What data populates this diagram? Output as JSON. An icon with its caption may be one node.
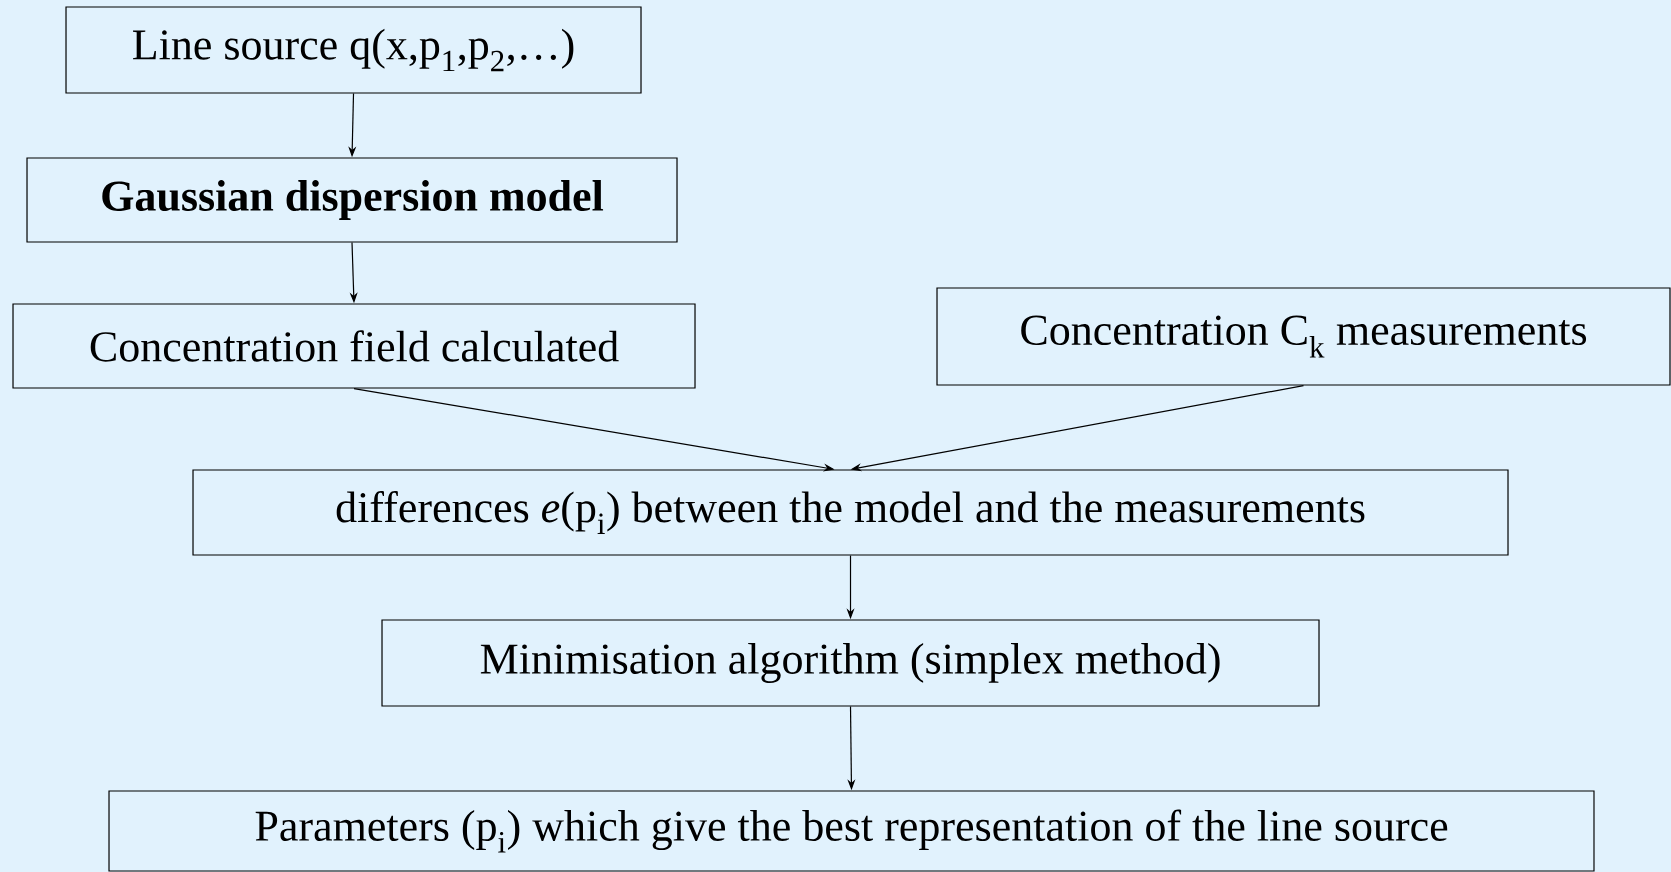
{
  "diagram": {
    "nodes": [
      {
        "text": [
          "Line source q(x,p$_{1}$,p$_{2}$,…)"
        ]
      },
      {
        "text": [
          "Gaussian dispersion model"
        ]
      },
      {
        "text": [
          "Concentration field calculated"
        ]
      },
      {
        "text": [
          "Concentration C$_{k}$ measurements"
        ]
      },
      {
        "text": [
          "differences *e*(p$_{i}$) between the model and the measurements"
        ]
      },
      {
        "text": [
          "Minimisation algorithm (simplex method)"
        ]
      },
      {
        "text": [
          "Parameters (p$_{i}$) which give the best representation of the line source"
        ]
      }
    ],
    "edges": [
      {
        "from": 0,
        "to": 1,
        "arrow": "to"
      },
      {
        "from": 1,
        "to": 2,
        "arrow": "to"
      },
      {
        "from": 2,
        "to": 4,
        "arrow": "to"
      },
      {
        "from": 3,
        "to": 4,
        "arrow": "to"
      },
      {
        "from": 4,
        "to": 5,
        "arrow": "to"
      },
      {
        "from": 5,
        "to": 6,
        "arrow": "to"
      }
    ]
  }
}
